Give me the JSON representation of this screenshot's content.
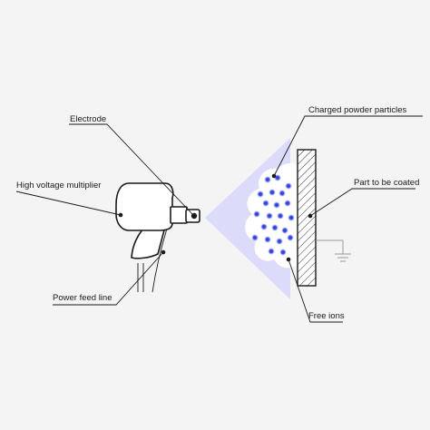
{
  "labels": {
    "electrode": "Electrode",
    "high_voltage_multiplier": "High voltage multiplier",
    "power_feed_line": "Power feed line",
    "charged_powder_particles": "Charged powder particles",
    "part_to_be_coated": "Part to be coated",
    "free_ions": "Free ions"
  },
  "colors": {
    "background": "#f4f4f4",
    "spray_cone": "#dcdcfa",
    "particle_core": "#2a3bd6",
    "particle_glow": "#9fa6f4",
    "cloud": "#ffffff",
    "ink": "#1a1a1a",
    "ground": "#9a9a9a"
  }
}
